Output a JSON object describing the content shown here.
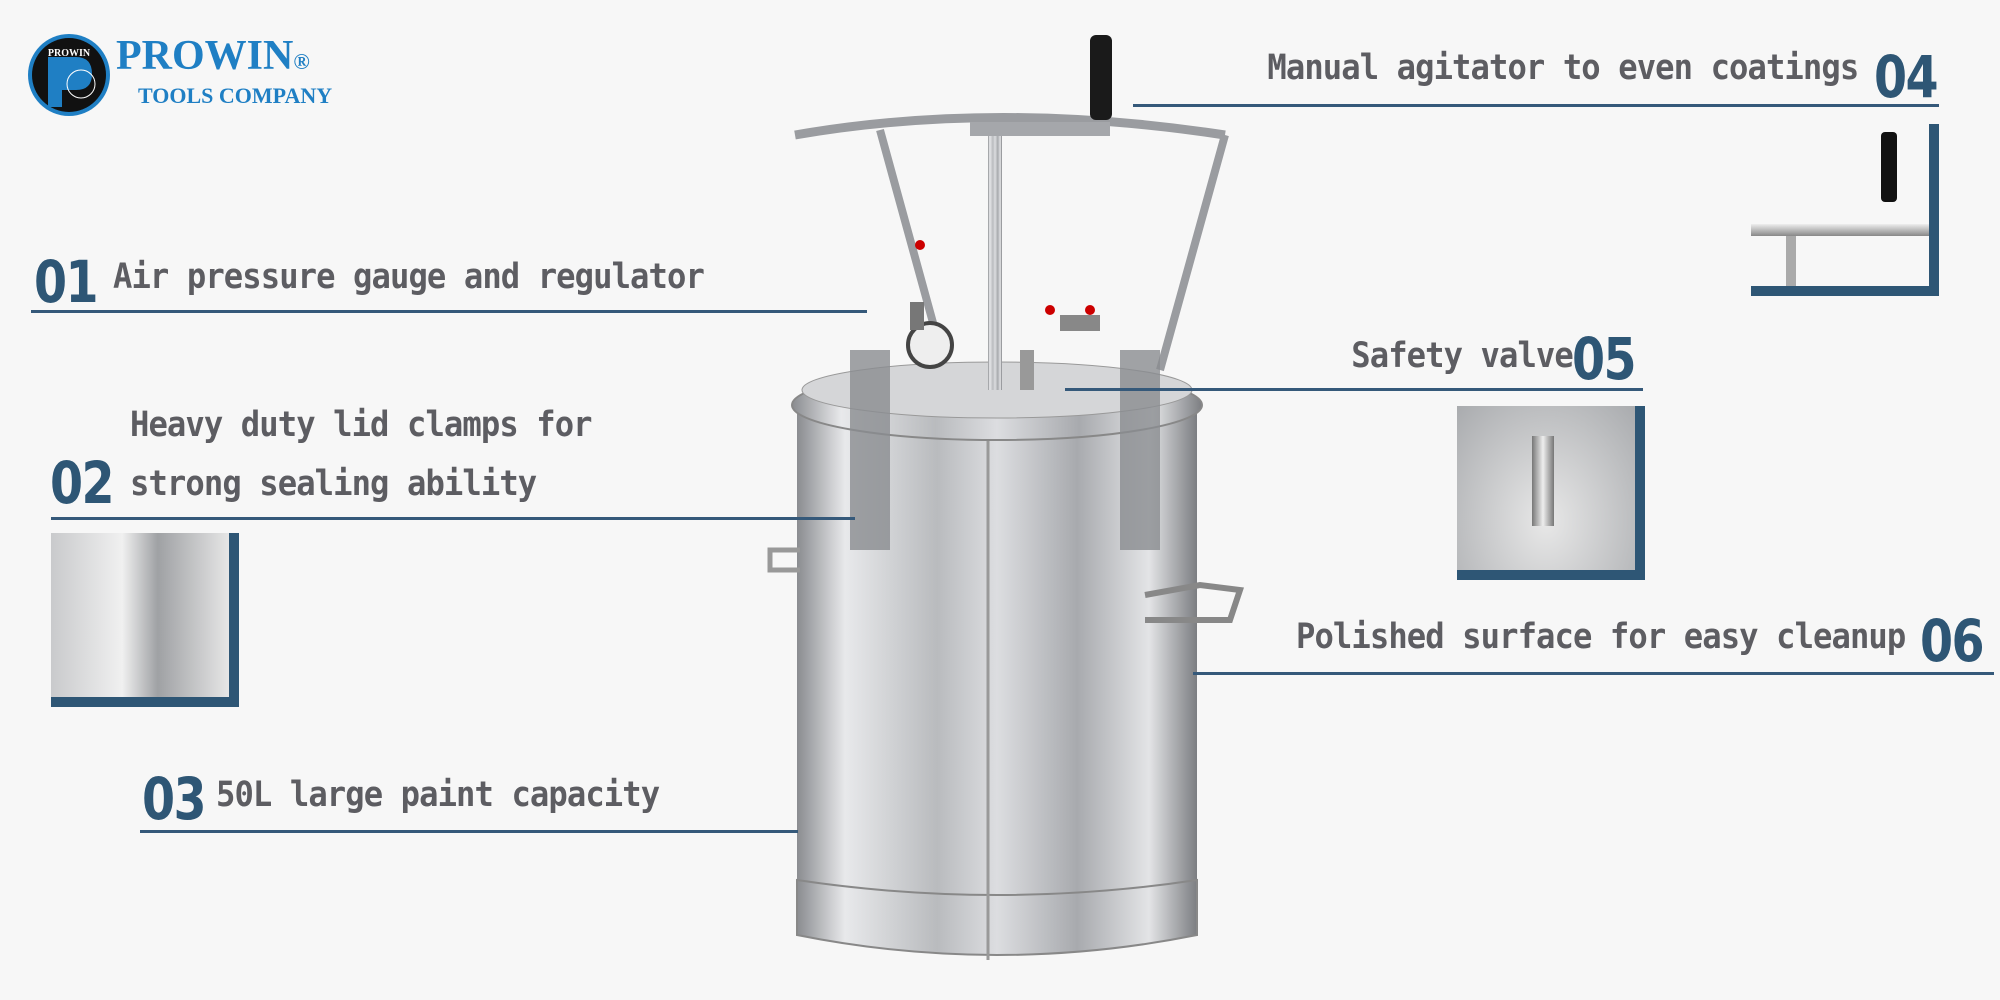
{
  "logo": {
    "brand": "PROWIN",
    "registered": "®",
    "subtitle": "TOOLS COMPANY",
    "emblem_text": "PROWIN"
  },
  "colors": {
    "accent": "#2e5675",
    "label": "#5d5d62",
    "logo": "#1f7fc4"
  },
  "features": [
    {
      "number": "01",
      "label": "Air pressure gauge and regulator"
    },
    {
      "number": "02",
      "label_line1": "Heavy duty lid clamps for",
      "label_line2": "strong sealing ability"
    },
    {
      "number": "03",
      "label": "50L large paint capacity"
    },
    {
      "number": "04",
      "label": "Manual agitator to even coatings"
    },
    {
      "number": "05",
      "label": "Safety valve"
    },
    {
      "number": "06",
      "label": "Polished surface for easy cleanup"
    }
  ]
}
